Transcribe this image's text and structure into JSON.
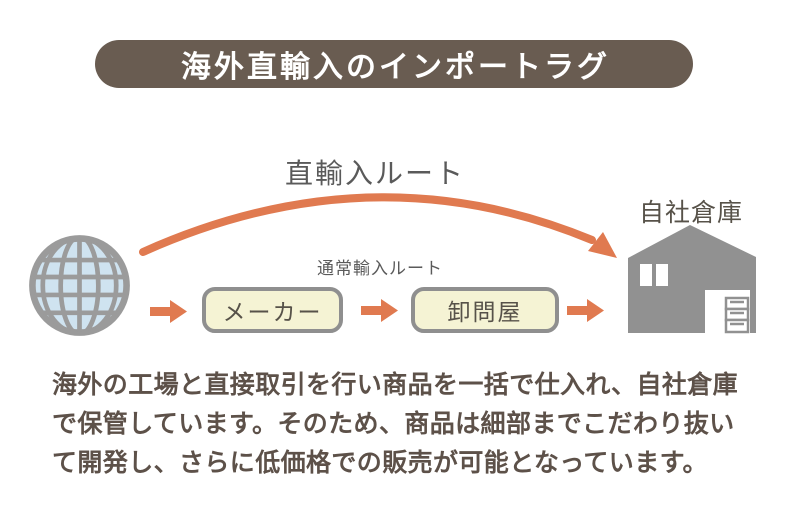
{
  "banner": {
    "title": "海外直輸入のインポートラグ"
  },
  "diagram": {
    "direct_route_label": "直輸入ルート",
    "normal_route_label": "通常輸入ルート",
    "warehouse_label": "自社倉庫",
    "maker_label": "メーカー",
    "wholesaler_label": "卸問屋",
    "icons": {
      "globe": "globe-icon",
      "warehouse": "warehouse-icon",
      "arrow": "right-arrow-icon",
      "curved_arrow": "direct-route-curved-arrow-icon"
    }
  },
  "description": {
    "line1": "海外の工場と直接取引を行い商品を一括で仕入れ、自社倉庫",
    "line2": "で保管しています。そのため、商品は細部までこだわり抜い",
    "line3": "て開発し、さらに低価格での販売が可能となっています。"
  },
  "colors": {
    "banner_bg": "#695c51",
    "orange": "#e07a50",
    "box_fill": "#f5f3d4",
    "box_border": "#8f8f8f",
    "icon_gray": "#919191",
    "globe_fill": "#cfe3f0",
    "globe_stroke": "#9b9b9b",
    "label_color": "#575249",
    "route_label_color": "#5a5a5a",
    "body_color": "#5d5149",
    "page_bg": "#ffffff"
  }
}
